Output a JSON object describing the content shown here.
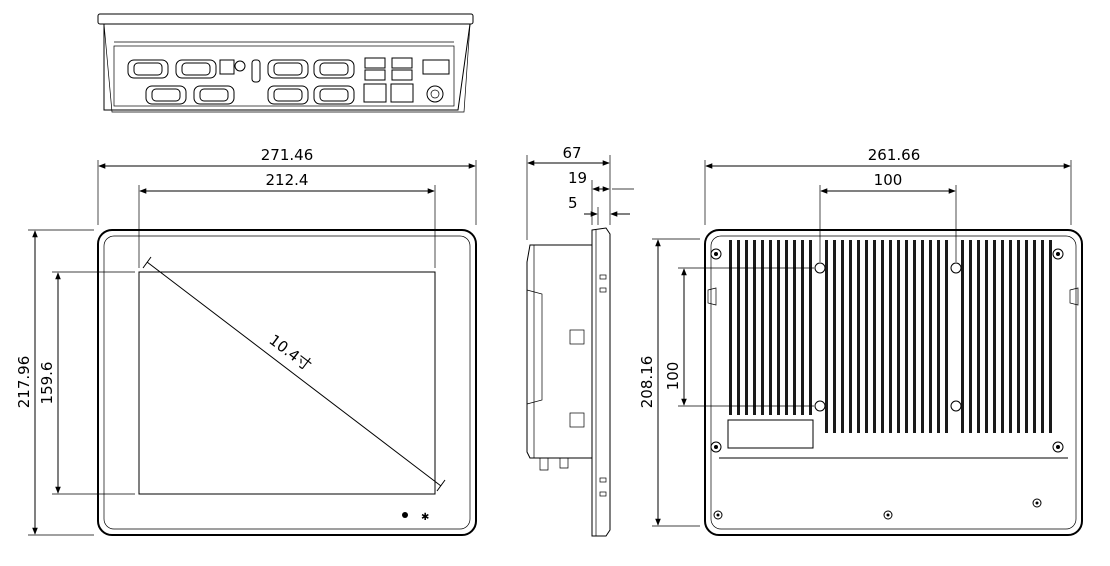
{
  "front_view": {
    "overall_width": "271.46",
    "active_width": "212.4",
    "overall_height": "217.96",
    "active_height": "159.6",
    "diagonal": "10.4寸"
  },
  "side_view": {
    "depth": "67",
    "bezel": "19",
    "front_thickness": "5"
  },
  "rear_view": {
    "overall_width": "261.66",
    "vesa_horizontal": "100",
    "overall_height": "208.16",
    "vesa_vertical": "100"
  }
}
